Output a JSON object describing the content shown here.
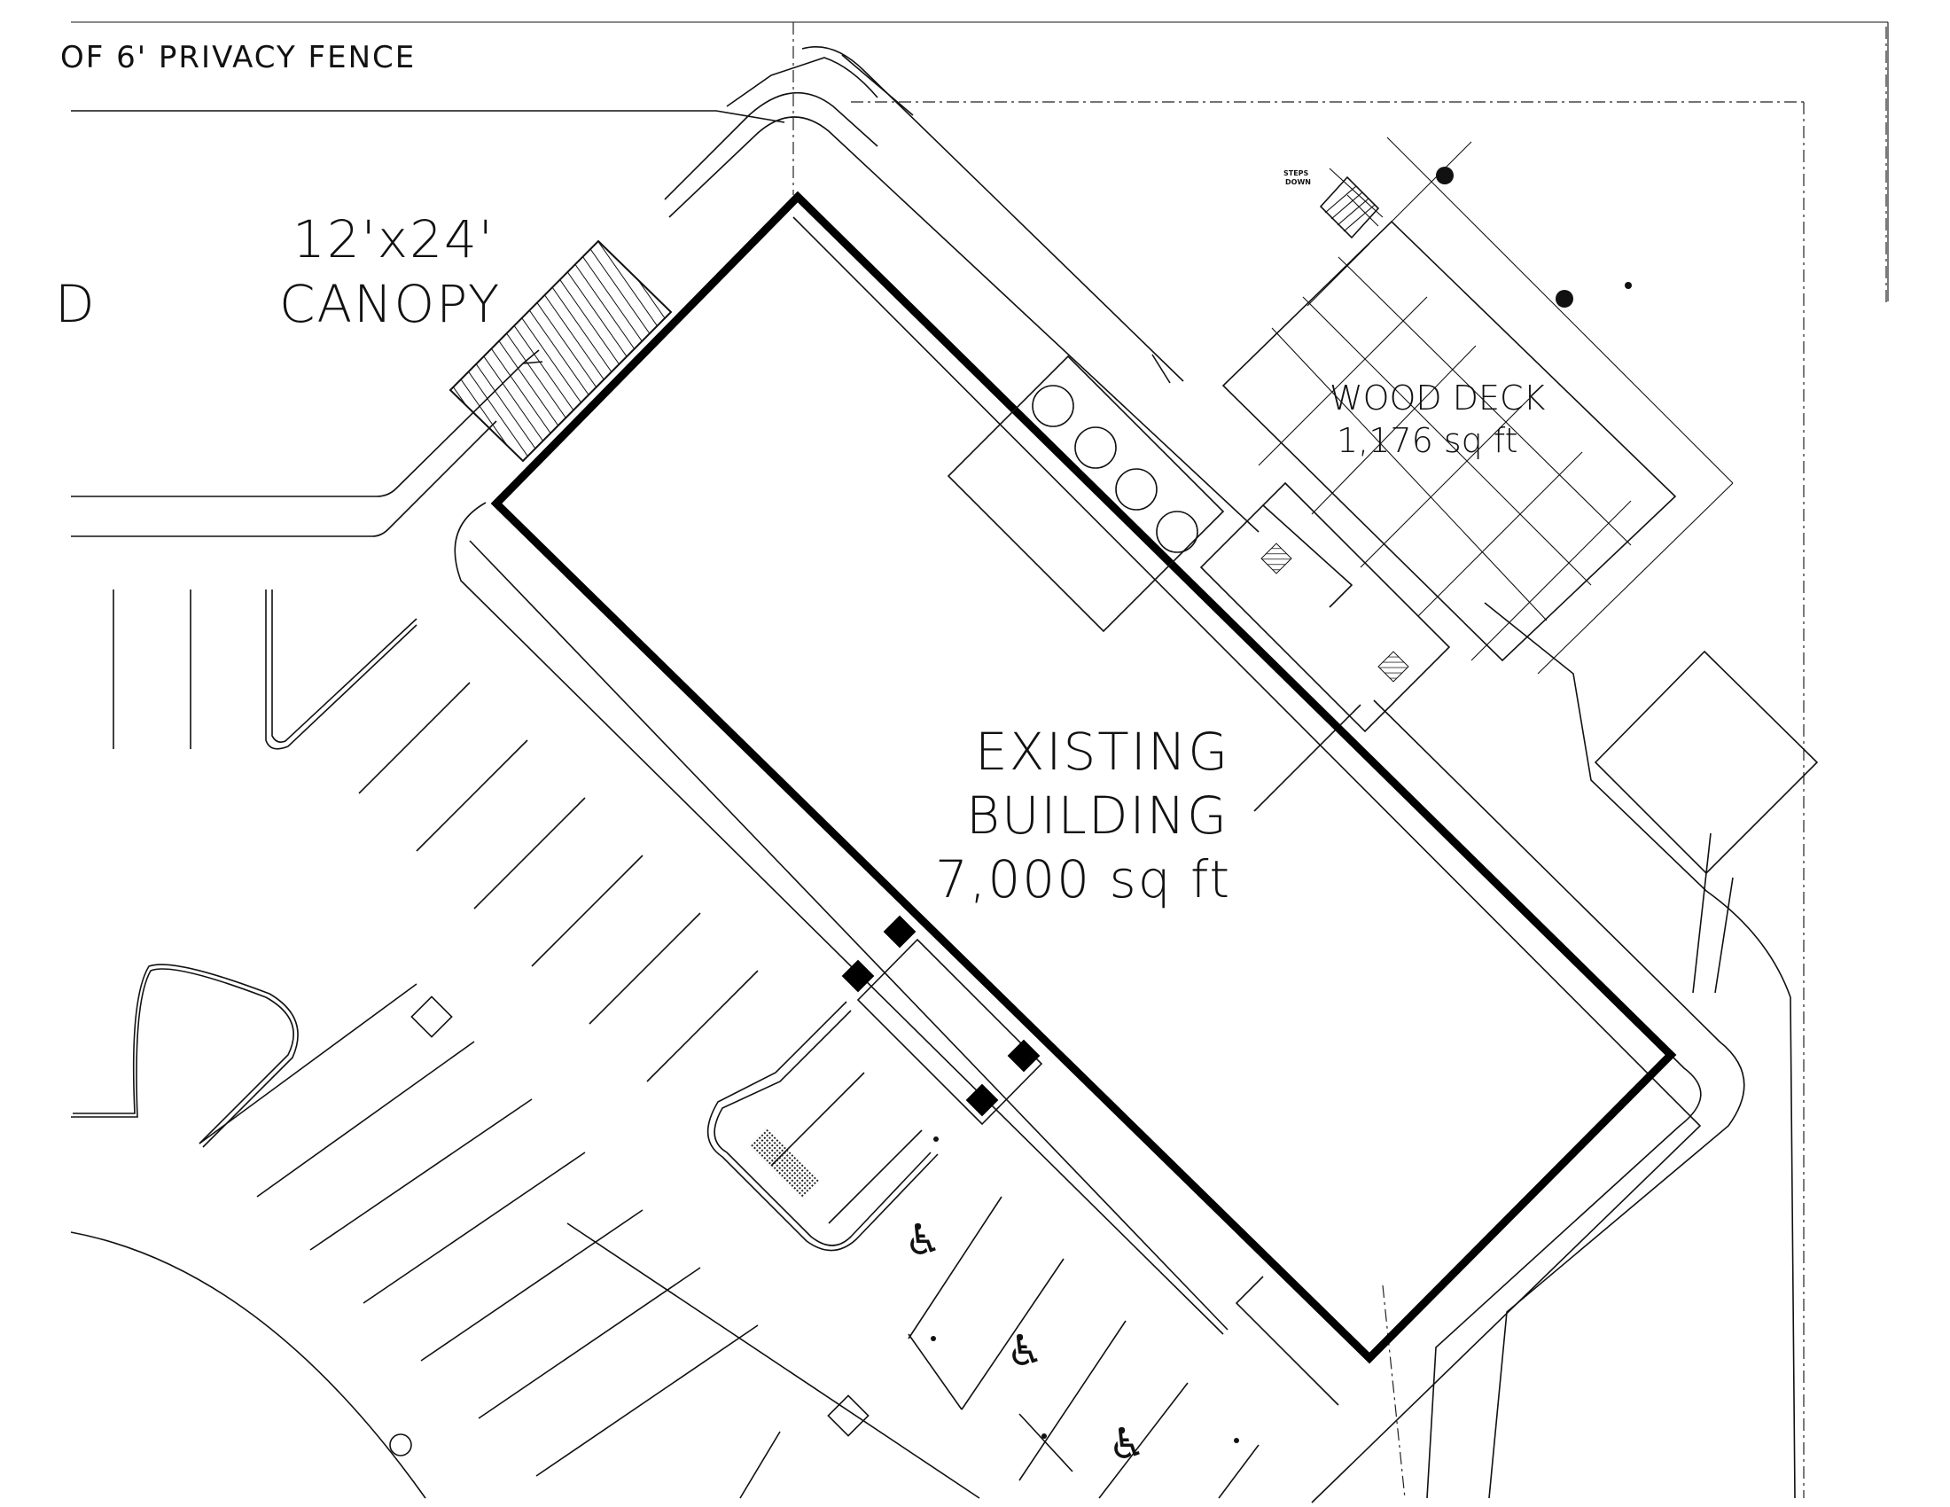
{
  "labels": {
    "fence": "OF 6' PRIVACY FENCE",
    "canopy_line1": "12'x24'",
    "canopy_line2": "CANOPY",
    "cut_letter": "D",
    "building_line1": "EXISTING",
    "building_line2": "BUILDING",
    "building_area": "7,000 sq ft",
    "deck_line1": "WOOD DECK",
    "deck_area": "1,176 sq ft",
    "steps_line1": "STEPS",
    "steps_line2": "DOWN"
  },
  "colors": {
    "line": "#111111",
    "background": "#ffffff"
  },
  "icons": {
    "accessible_parking": "wheelchair-icon"
  }
}
